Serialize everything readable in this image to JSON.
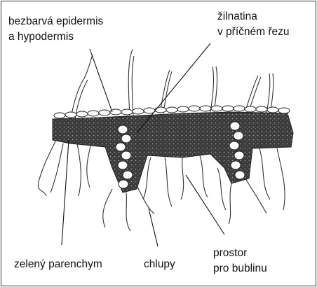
{
  "labels": {
    "epidermis_line1": "bezbarvá epidermis",
    "epidermis_line2": "a hypodermis",
    "vein_line1": "žilnatina",
    "vein_line2": "v příčném řezu",
    "parenchyma": "zelený parenchym",
    "hairs": "chlupy",
    "space_line1": "prostor",
    "space_line2": "pro bublinu"
  },
  "colors": {
    "ink": "#111111",
    "tissue_dark": "#2a2a2a",
    "tissue_mid": "#555555",
    "background": "#ffffff"
  }
}
